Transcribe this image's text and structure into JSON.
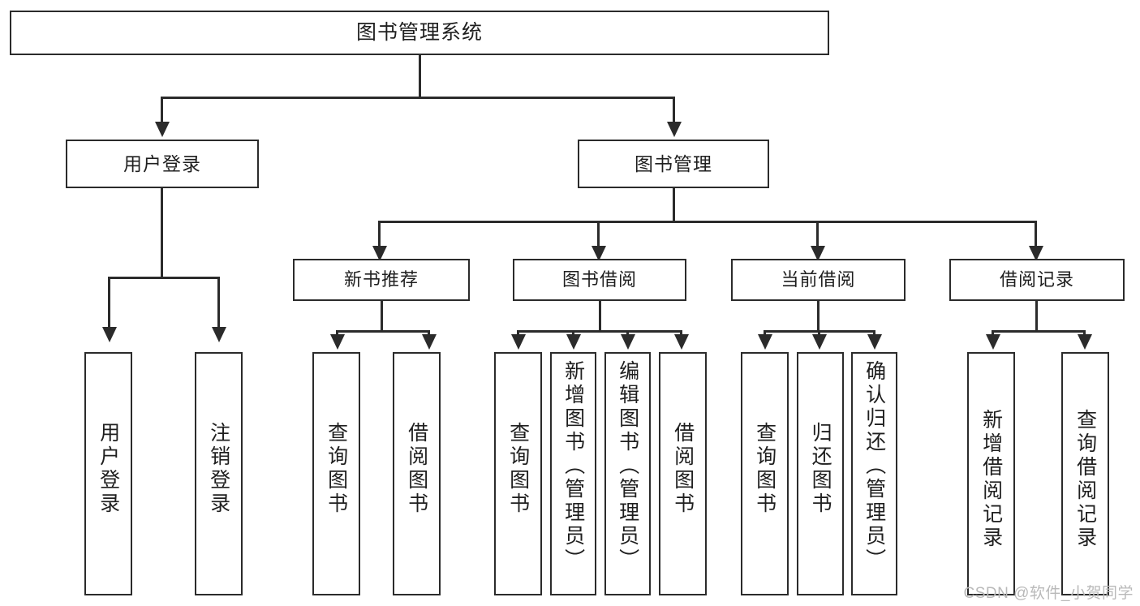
{
  "diagram": {
    "title": "图书管理系统",
    "type": "hierarchy-tree",
    "colors": {
      "background": "#ffffff",
      "box_border": "#2b2b2b",
      "box_fill": "#ffffff",
      "text": "#1f1f1f",
      "connector": "#2b2b2b",
      "watermark": "#b9b9b9"
    },
    "root": {
      "label": "图书管理系统"
    },
    "level2": [
      {
        "label": "用户登录"
      },
      {
        "label": "图书管理"
      }
    ],
    "level3": [
      {
        "label": "新书推荐"
      },
      {
        "label": "图书借阅"
      },
      {
        "label": "当前借阅"
      },
      {
        "label": "借阅记录"
      }
    ],
    "leaves": {
      "user_login": [
        {
          "label": "用户登录"
        },
        {
          "label": "注销登录"
        }
      ],
      "new_book_recommend": [
        {
          "label": "查询图书"
        },
        {
          "label": "借阅图书"
        }
      ],
      "book_borrow": [
        {
          "label": "查询图书"
        },
        {
          "label": "新增图书（管理员）"
        },
        {
          "label": "编辑图书（管理员）"
        },
        {
          "label": "借阅图书"
        }
      ],
      "current_borrow": [
        {
          "label": "查询图书"
        },
        {
          "label": "归还图书"
        },
        {
          "label": "确认归还（管理员）"
        }
      ],
      "borrow_record": [
        {
          "label": "新增借阅记录"
        },
        {
          "label": "查询借阅记录"
        }
      ]
    }
  },
  "watermark": {
    "text": "CSDN @软件_小贺同学"
  }
}
